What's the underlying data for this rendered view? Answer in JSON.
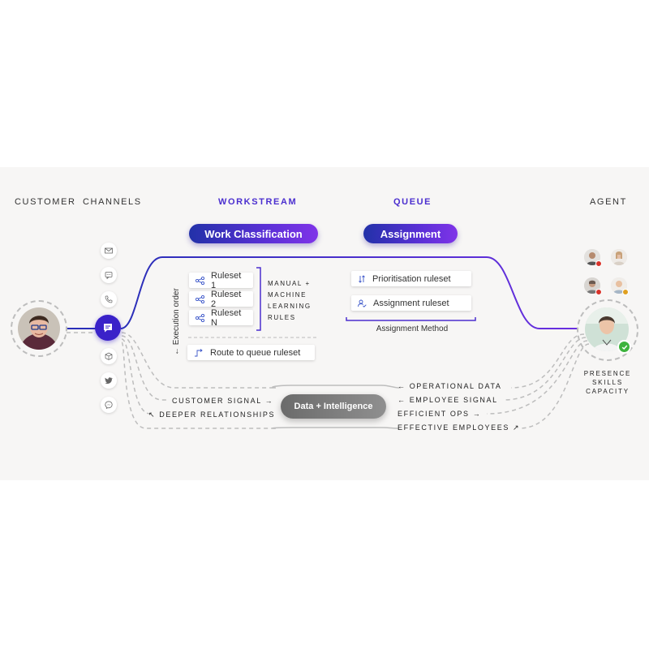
{
  "columns": {
    "customer": "CUSTOMER",
    "channels": "CHANNELS",
    "workstream": "WORKSTREAM",
    "queue": "QUEUE",
    "agent": "AGENT"
  },
  "pills": {
    "work_classification": "Work Classification",
    "assignment": "Assignment"
  },
  "workstream": {
    "execution_order": "Execution order",
    "rulesets": [
      "Ruleset 1",
      "Ruleset 2",
      "Ruleset N"
    ],
    "rules_label": [
      "MANUAL +",
      "MACHINE",
      "LEARNING",
      "RULES"
    ],
    "route_to_queue": "Route to queue ruleset"
  },
  "queue": {
    "prioritisation": "Prioritisation ruleset",
    "assignment_ruleset": "Assignment ruleset",
    "assignment_method": "Assignment Method"
  },
  "agent": {
    "attributes": [
      "PRESENCE",
      "SKILLS",
      "CAPACITY"
    ]
  },
  "data_hub": "Data + Intelligence",
  "signals_left": {
    "customer_signal": "CUSTOMER SIGNAL",
    "deeper_relationships": "DEEPER RELATIONSHIPS"
  },
  "signals_right": {
    "operational_data": "OPERATIONAL DATA",
    "employee_signal": "EMPLOYEE SIGNAL",
    "efficient_ops": "EFFICIENT OPS",
    "effective_employees": "EFFECTIVE EMPLOYEES"
  },
  "channel_icons": [
    "mail-icon",
    "sms-icon",
    "phone-icon",
    "chat-icon",
    "box-icon",
    "twitter-icon",
    "messenger-icon"
  ],
  "colors": {
    "accent": "#3a22c9",
    "flow_line": "#4b2fcf",
    "background_panel": "#f7f6f5",
    "dashed": "#bdbdbd",
    "online": "#3db33d",
    "busy": "#d9342b"
  }
}
